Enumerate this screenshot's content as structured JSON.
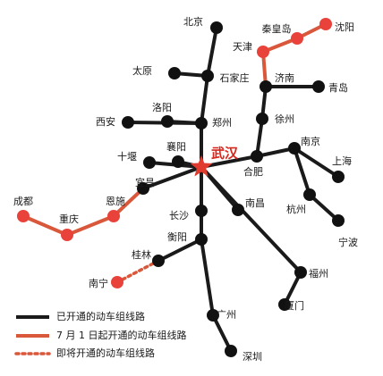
{
  "map": {
    "colors": {
      "opened": "#1a1a1a",
      "opening_jul1": "#d9573a",
      "planned": "#d9573a",
      "hub_star": "#e03b2f",
      "hub_label": "#d6281e",
      "node_black": "#111111",
      "node_red": "#e8423a",
      "text": "#1a1a1a"
    },
    "hub": {
      "id": "wuhan",
      "label": "武汉"
    },
    "cities": [
      {
        "id": "beijing",
        "label": "北京",
        "color": "black"
      },
      {
        "id": "taiyuan",
        "label": "太原",
        "color": "black"
      },
      {
        "id": "shijiazhuang",
        "label": "石家庄",
        "color": "black"
      },
      {
        "id": "luoyang",
        "label": "洛阳",
        "color": "black"
      },
      {
        "id": "zhengzhou",
        "label": "郑州",
        "color": "black"
      },
      {
        "id": "xian",
        "label": "西安",
        "color": "black"
      },
      {
        "id": "xiangyang",
        "label": "襄阳",
        "color": "black"
      },
      {
        "id": "shiyan",
        "label": "十堰",
        "color": "black"
      },
      {
        "id": "qinhuangdao",
        "label": "秦皇岛",
        "color": "red"
      },
      {
        "id": "shenyang",
        "label": "沈阳",
        "color": "red"
      },
      {
        "id": "tianjin",
        "label": "天津",
        "color": "red"
      },
      {
        "id": "jinan",
        "label": "济南",
        "color": "black"
      },
      {
        "id": "qingdao",
        "label": "青岛",
        "color": "black"
      },
      {
        "id": "xuzhou",
        "label": "徐州",
        "color": "black"
      },
      {
        "id": "hefei",
        "label": "合肥",
        "color": "black"
      },
      {
        "id": "nanjing",
        "label": "南京",
        "color": "black"
      },
      {
        "id": "shanghai",
        "label": "上海",
        "color": "black"
      },
      {
        "id": "hangzhou",
        "label": "杭州",
        "color": "black"
      },
      {
        "id": "ningbo",
        "label": "宁波",
        "color": "black"
      },
      {
        "id": "nanchang",
        "label": "南昌",
        "color": "black"
      },
      {
        "id": "fuzhou",
        "label": "福州",
        "color": "black"
      },
      {
        "id": "xiamen",
        "label": "厦门",
        "color": "black"
      },
      {
        "id": "yichang",
        "label": "宜昌",
        "color": "black"
      },
      {
        "id": "enshi",
        "label": "恩施",
        "color": "red"
      },
      {
        "id": "chongqing",
        "label": "重庆",
        "color": "red"
      },
      {
        "id": "chengdu",
        "label": "成都",
        "color": "red"
      },
      {
        "id": "changsha",
        "label": "长沙",
        "color": "black"
      },
      {
        "id": "hengyang",
        "label": "衡阳",
        "color": "black"
      },
      {
        "id": "guilin",
        "label": "桂林",
        "color": "black"
      },
      {
        "id": "nanning",
        "label": "南宁",
        "color": "red"
      },
      {
        "id": "guangzhou",
        "label": "广州",
        "color": "black"
      },
      {
        "id": "shenzhen",
        "label": "深圳",
        "color": "black"
      }
    ],
    "routes": [
      {
        "type": "opened",
        "stops": [
          "wuhan",
          "zhengzhou",
          "shijiazhuang",
          "beijing"
        ]
      },
      {
        "type": "opened",
        "stops": [
          "shijiazhuang",
          "taiyuan"
        ]
      },
      {
        "type": "opened",
        "stops": [
          "zhengzhou",
          "luoyang"
        ]
      },
      {
        "type": "opened",
        "stops": [
          "zhengzhou",
          "xian"
        ]
      },
      {
        "type": "opened",
        "stops": [
          "wuhan",
          "xiangyang"
        ]
      },
      {
        "type": "opened",
        "stops": [
          "wuhan",
          "shiyan"
        ]
      },
      {
        "type": "opened",
        "stops": [
          "wuhan",
          "hefei",
          "xuzhou",
          "jinan"
        ]
      },
      {
        "type": "opened",
        "stops": [
          "jinan",
          "qingdao"
        ]
      },
      {
        "type": "opening_jul1",
        "stops": [
          "jinan",
          "tianjin",
          "qinhuangdao",
          "shenyang"
        ]
      },
      {
        "type": "opened",
        "stops": [
          "hefei",
          "nanjing",
          "shanghai"
        ]
      },
      {
        "type": "opened",
        "stops": [
          "nanjing",
          "hangzhou",
          "ningbo"
        ]
      },
      {
        "type": "opened",
        "stops": [
          "wuhan",
          "nanchang"
        ]
      },
      {
        "type": "opened",
        "stops": [
          "wuhan",
          "fuzhou",
          "xiamen"
        ]
      },
      {
        "type": "opened",
        "stops": [
          "wuhan",
          "yichang"
        ]
      },
      {
        "type": "opening_jul1",
        "stops": [
          "yichang",
          "enshi",
          "chongqing",
          "chengdu"
        ]
      },
      {
        "type": "opened",
        "stops": [
          "wuhan",
          "changsha",
          "hengyang",
          "guangzhou",
          "shenzhen"
        ]
      },
      {
        "type": "opened",
        "stops": [
          "hengyang",
          "guilin"
        ]
      },
      {
        "type": "planned",
        "stops": [
          "guilin",
          "nanning"
        ]
      }
    ],
    "legend": [
      {
        "type": "opened",
        "label": "已开通的动车组线路"
      },
      {
        "type": "opening_jul1",
        "label": "7 月 1 日起开通的动车组线路"
      },
      {
        "type": "planned",
        "label": "即将开通的动车组线路"
      }
    ]
  }
}
